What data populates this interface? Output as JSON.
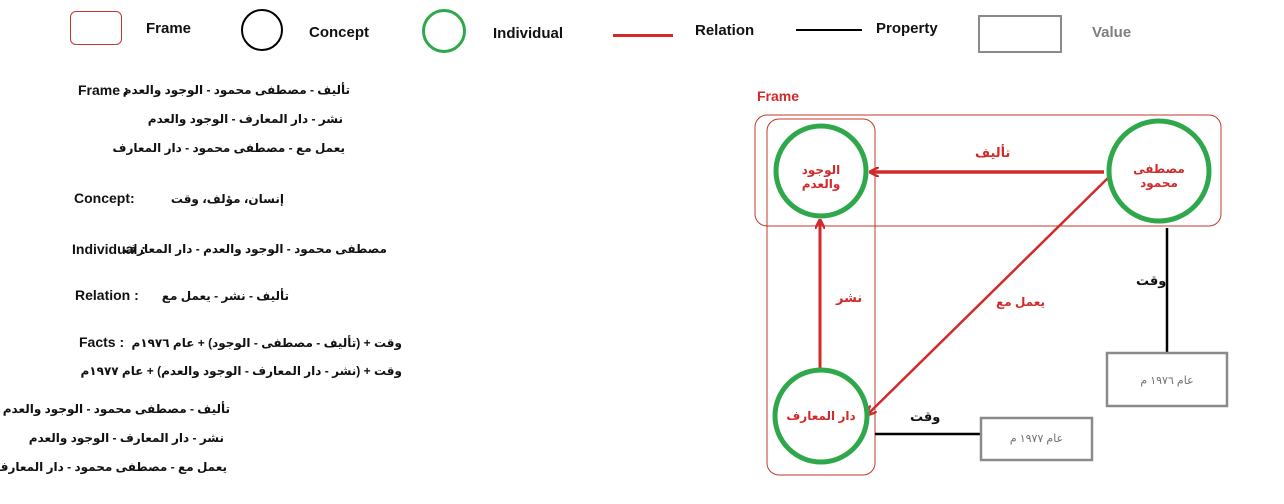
{
  "legend": {
    "frame": "Frame",
    "concept": "Concept",
    "individual": "Individual",
    "relation": "Relation",
    "property": "Property",
    "value": "Value"
  },
  "text_panel": {
    "frame_heading": "Frame :",
    "frame_lines": [
      "تأليف - مصطفى محمود - الوجود والعدم",
      "نشر - دار المعارف - الوجود والعدم",
      "يعمل مع - مصطفى محمود - دار المعارف"
    ],
    "concept_heading": "Concept:",
    "concept_line": "إنسان، مؤلف، وقت",
    "individual_heading": "Individual :",
    "individual_line": "مصطفى محمود - الوجود والعدم - دار المعارف",
    "relation_heading": "Relation :",
    "relation_line": "تأليف - نشر - يعمل مع",
    "facts_heading": "Facts :",
    "facts_lines": [
      "وقت + (تأليف - مصطفى - الوجود) + عام ١٩٧٦م",
      "وقت + (نشر - دار المعارف - الوجود والعدم) + عام ١٩٧٧م"
    ],
    "facts_triples": [
      "تأليف - مصطفى محمود - الوجود والعدم",
      "نشر - دار المعارف - الوجود والعدم",
      "يعمل مع - مصطفى محمود - دار المعارف"
    ]
  },
  "diagram": {
    "frame_title": "Frame",
    "nodes": {
      "wujud": "الوجود والعدم",
      "mustafa": "مصطفى محمود",
      "dar": "دار المعارف"
    },
    "relations": {
      "taalif": "تأليف",
      "nashr": "نشر",
      "yamal_maa": "يعمل مع"
    },
    "properties": {
      "waqt_1": "وقت",
      "waqt_2": "وقت"
    },
    "values": {
      "year_1976": "عام ١٩٧٦ م",
      "year_1977": "عام ١٩٧٧ م"
    }
  },
  "colors": {
    "frame": "#c0392b",
    "concept": "#000000",
    "individual": "#2ea84a",
    "relation": "#d22a2a",
    "property": "#000000",
    "value": "#8a8a8a"
  }
}
